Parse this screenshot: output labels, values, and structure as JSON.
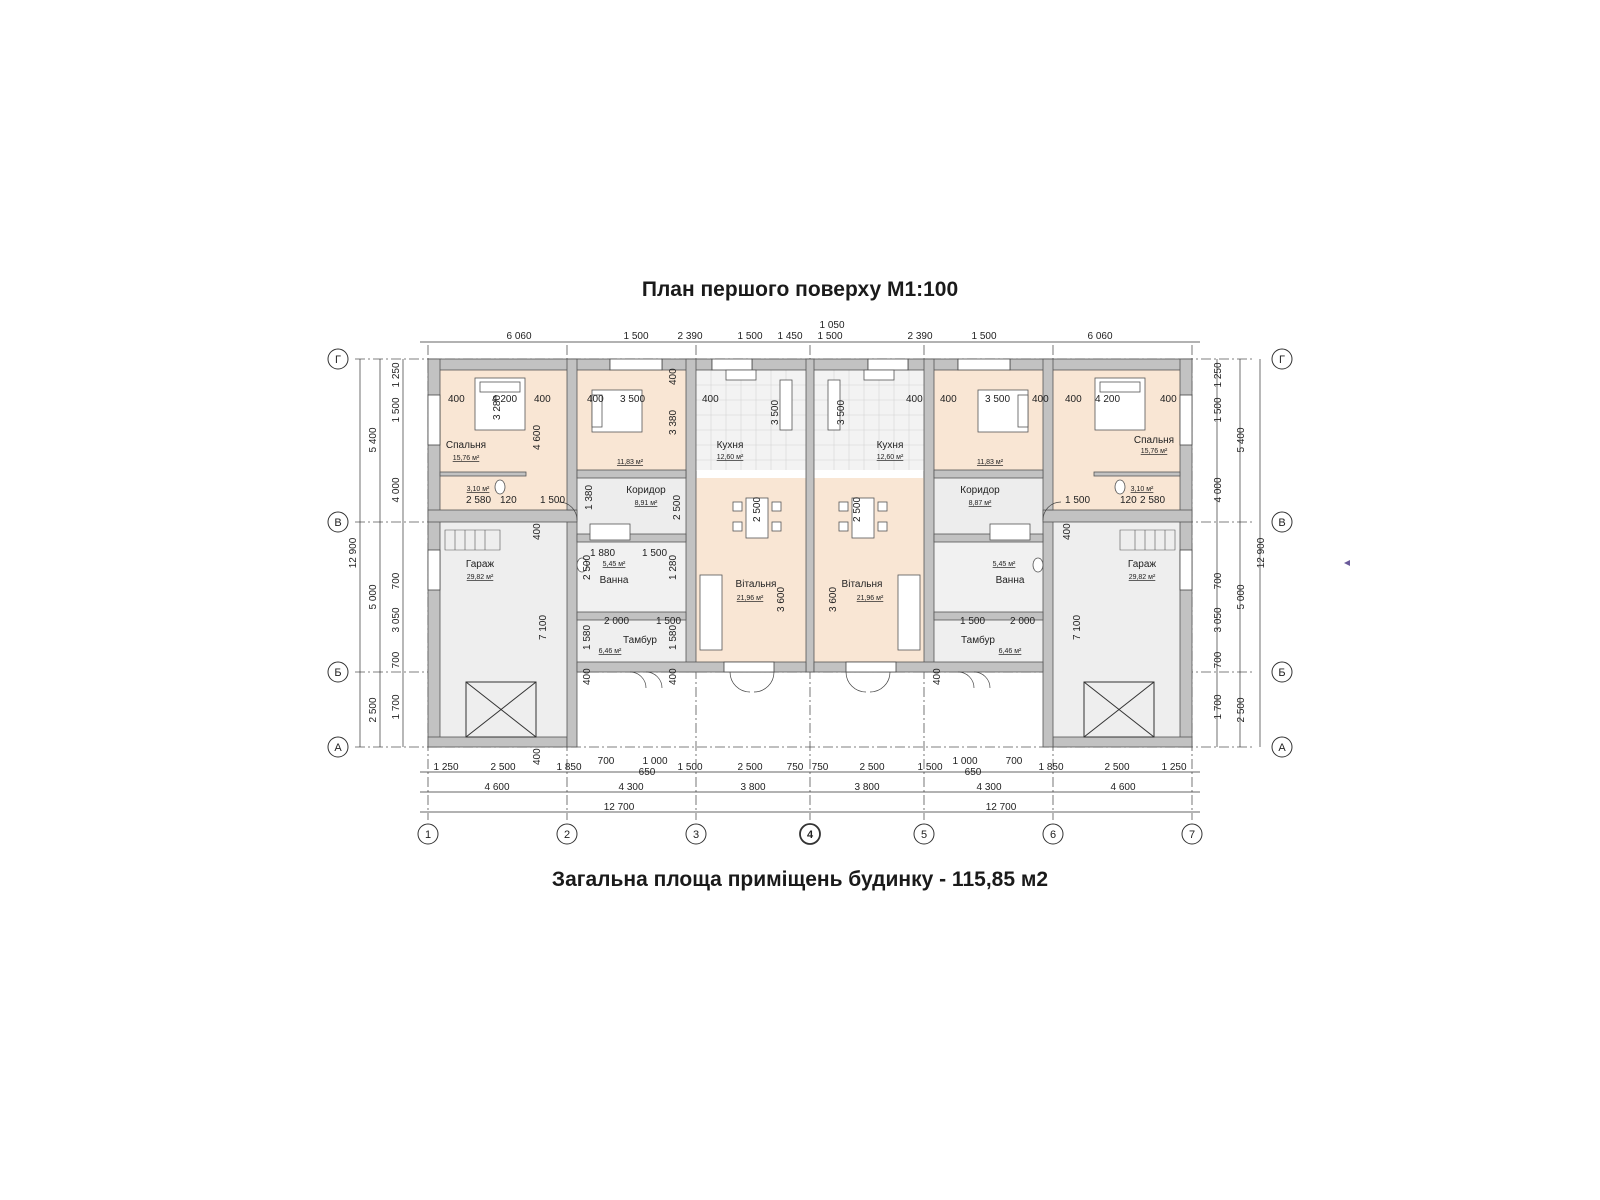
{
  "title": "План першого поверху М1:100",
  "footer": "Загальна площа приміщень будинку - 115,85 м2",
  "axes": {
    "columns": [
      "1",
      "2",
      "3",
      "4",
      "5",
      "6",
      "7"
    ],
    "rows": [
      "Г",
      "В",
      "Б",
      "А"
    ]
  },
  "top_dims": [
    "6 060",
    "1 500",
    "2 390",
    "1 500",
    "1 450",
    "1 500",
    "2 390",
    "1 500",
    "6 060"
  ],
  "top_dim_center": "1 050",
  "bottom_dims_1": [
    "1 250",
    "2 500",
    "1 850",
    "700",
    "1 000",
    "650",
    "1 500",
    "2 500",
    "750",
    "750",
    "2 500",
    "1 500",
    "1 000",
    "650",
    "700",
    "1 850",
    "2 500",
    "1 250"
  ],
  "bottom_dims_2": [
    "4 600",
    "4 300",
    "3 800",
    "3 800",
    "4 300",
    "4 600"
  ],
  "bottom_dims_3": [
    "12 700",
    "12 700"
  ],
  "left_dims_inner": [
    "1 250",
    "1 500",
    "4 000",
    "700",
    "3 050",
    "700",
    "1 700"
  ],
  "left_dims_mid": [
    "5 400",
    "5 000",
    "2 500"
  ],
  "left_total": "12 900",
  "right_dims_inner": [
    "1 250",
    "1 500",
    "4 000",
    "700",
    "3 050",
    "700",
    "1 700"
  ],
  "right_dims_mid": [
    "5 400",
    "5 000",
    "2 500"
  ],
  "right_total": "12 900",
  "rooms": {
    "bed_big_l": {
      "name": "Спальня",
      "area": "15,76 м²"
    },
    "bed_small_l": {
      "name": "",
      "area": "11,83 м²"
    },
    "kitchen_l": {
      "name": "Кухня",
      "area": "12,60 м²"
    },
    "kitchen_r": {
      "name": "Кухня",
      "area": "12,60 м²"
    },
    "bed_small_r": {
      "name": "",
      "area": "11,83 м²"
    },
    "bed_big_r": {
      "name": "Спальня",
      "area": "15,76 м²"
    },
    "wc_l": {
      "name": "",
      "area": "3,10 м²"
    },
    "wc_r": {
      "name": "",
      "area": "3,10 м²"
    },
    "corridor_l": {
      "name": "Коридор",
      "area": "8,91 м²"
    },
    "corridor_r": {
      "name": "Коридор",
      "area": "8,87 м²"
    },
    "garage_l": {
      "name": "Гараж",
      "area": "29,82 м²"
    },
    "garage_r": {
      "name": "Гараж",
      "area": "29,82 м²"
    },
    "bath_l": {
      "name": "Ванна",
      "area": "5,45 м²"
    },
    "bath_r": {
      "name": "Ванна",
      "area": "5,45 м²"
    },
    "living_l": {
      "name": "Вітальня",
      "area": "21,96 м²"
    },
    "living_r": {
      "name": "Вітальня",
      "area": "21,96 м²"
    },
    "vestibule_l": {
      "name": "Тамбур",
      "area": "6,46 м²"
    },
    "vestibule_r": {
      "name": "Тамбур",
      "area": "6,46 м²"
    }
  },
  "inner_dims": {
    "d1": "400",
    "d2": "4 200",
    "d3": "400",
    "d4": "3 280",
    "d5": "4 600",
    "d6": "120",
    "d7": "3 500",
    "d8": "400",
    "d9": "3 380",
    "d10": "400",
    "d11": "3 500",
    "d12": "400",
    "d13": "2 580",
    "d14": "120",
    "d15": "1 500",
    "d16": "1 380",
    "d17": "2 500",
    "d18": "2 500",
    "d19": "1 880",
    "d20": "1 500",
    "d21": "2 500",
    "d22": "1 280",
    "d23": "2 000",
    "d24": "1 500",
    "d25": "1 580",
    "d26": "1 580",
    "d27": "7 100",
    "d28": "3 600",
    "d29": "400"
  },
  "colors": {
    "wall": "#8a8a8a",
    "wall_fill": "#bdbdbd",
    "warm": "#f9e6d4",
    "cool": "#f2f2f2",
    "tile": "#ececec",
    "line": "#333333"
  }
}
